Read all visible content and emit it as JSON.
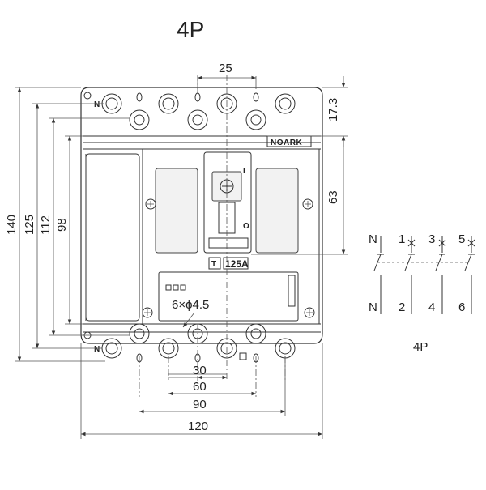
{
  "title": "4P",
  "brand": "NOARK",
  "rating": "125A",
  "trip_symbol": "T",
  "neutral_mark": "N",
  "hole_note": "6×ϕ4.5",
  "switch_marks": {
    "on": "I",
    "off": "O"
  },
  "dimensions": {
    "pitch_top": "25",
    "offset_top": "17.3",
    "height_63": "63",
    "height_140": "140",
    "height_125": "125",
    "height_112": "112",
    "height_98": "98",
    "width_30": "30",
    "width_60": "60",
    "width_90": "90",
    "width_120": "120"
  },
  "schematic": {
    "top_labels": [
      "N",
      "1",
      "3",
      "5"
    ],
    "bottom_labels": [
      "N",
      "2",
      "4",
      "6"
    ],
    "caption": "4P"
  }
}
